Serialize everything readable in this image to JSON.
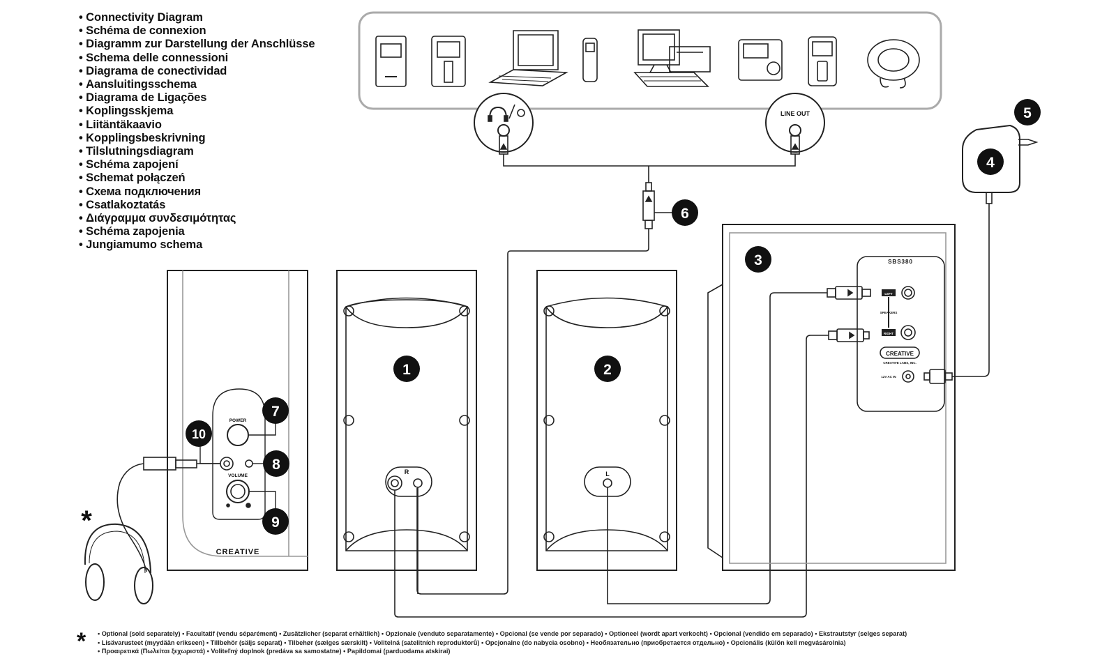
{
  "titles": [
    "Connectivity Diagram",
    "Schéma de connexion",
    "Diagramm zur Darstellung der Anschlüsse",
    "Schema delle connessioni",
    "Diagrama de conectividad",
    "Aansluitingsschema",
    "Diagrama de Ligações",
    "Koplingsskjema",
    "Liitäntäkaavio",
    "Kopplingsbeskrivning",
    "Tilslutningsdiagram",
    "Schéma zapojení",
    "Schemat połączeń",
    "Схема подключения",
    "Csatlakoztatás",
    "Διάγραμμα συνδεσιμότητας",
    "Schéma zapojenia",
    "Jungiamumo schema"
  ],
  "callouts": {
    "c1": "1",
    "c2": "2",
    "c3": "3",
    "c4": "4",
    "c5": "5",
    "c6": "6",
    "c7": "7",
    "c8": "8",
    "c9": "9",
    "c10": "10"
  },
  "labels": {
    "line_out": "LINE OUT",
    "power": "POWER",
    "volume": "VOLUME",
    "speaker_r": "R",
    "speaker_l": "L",
    "sub_model": "SBS380",
    "left": "LEFT",
    "speakers": "SPEAKERS",
    "right": "RIGHT",
    "creative_front": "CREATIVE",
    "creative_sub": "CREATIVE",
    "creative_labs": "CREATIVE LABS, INC.",
    "dc_in": "12V AC IN",
    "asterisk": "*"
  },
  "footnote": {
    "line1": "• Optional (sold separately) • Facultatif (vendu séparément) • Zusätzlicher (separat erhältlich) • Opzionale (venduto separatamente) • Opcional (se vende por separado) • Optioneel (wordt apart verkocht) • Opcional (vendido em separado) • Ekstrautstyr (selges separat)",
    "line2": "• Lisävarusteet (myydään erikseen) • Tillbehör (säljs separat) • Tilbehør (sælges særskilt) • Volitelná (satelitních reproduktorů) • Opcjonalne (do nabycia osobno) • Необязательно (приобретается отдельно) • Opcionális (külön kell megvásárolnia)",
    "line3": "• Προαιρετικά (Πωλείται ξεχωριστά) • Voliteľný doplnok (predáva sa samostatne) • Papildomai (parduodama atskirai)"
  },
  "colors": {
    "line": "#222222",
    "panel_stroke": "#a9a9a9",
    "callout_fill": "#111111"
  },
  "icons": [
    "headphone-icon",
    "audio-jack-icon",
    "media-player-icon",
    "laptop-icon",
    "desktop-computer-icon",
    "cd-player-icon",
    "power-adapter-icon",
    "headphones-icon"
  ]
}
